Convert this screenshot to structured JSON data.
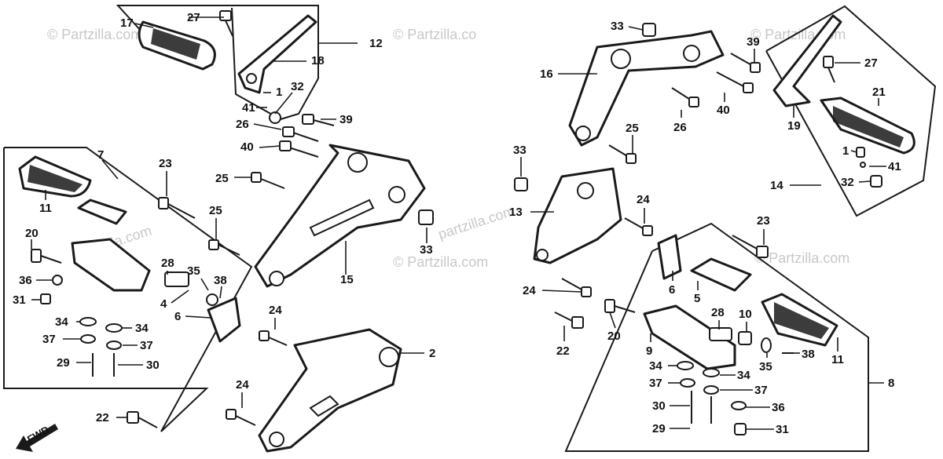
{
  "watermark": "© Partzilla.com",
  "watermark_short": "© Partzilla.co",
  "watermark_mid": "partzilla.com",
  "fwd_label": "FWD",
  "colors": {
    "line": "#1a1a1a",
    "background": "#ffffff",
    "watermark": "#c8c8c8"
  },
  "callouts": {
    "c1a": "1",
    "c2": "2",
    "c4": "4",
    "c5": "5",
    "c6a": "6",
    "c6b": "6",
    "c7": "7",
    "c8": "8",
    "c9": "9",
    "c10": "10",
    "c11a": "11",
    "c11b": "11",
    "c12": "12",
    "c13": "13",
    "c14": "14",
    "c15": "15",
    "c16": "16",
    "c17": "17",
    "c18": "18",
    "c19": "19",
    "c20a": "20",
    "c20b": "20",
    "c21": "21",
    "c22a": "22",
    "c22b": "22",
    "c23a": "23",
    "c23b": "23",
    "c24a": "24",
    "c24b": "24",
    "c24c": "24",
    "c24d": "24",
    "c25a": "25",
    "c25b": "25",
    "c25c": "25",
    "c26a": "26",
    "c26b": "26",
    "c27a": "27",
    "c27b": "27",
    "c28a": "28",
    "c28b": "28",
    "c29a": "29",
    "c29b": "29",
    "c30a": "30",
    "c30b": "30",
    "c31a": "31",
    "c31b": "31",
    "c32a": "32",
    "c32b": "32",
    "c33a": "33",
    "c33b": "33",
    "c33c": "33",
    "c34a": "34",
    "c34b": "34",
    "c34c": "34",
    "c34d": "34",
    "c35a": "35",
    "c35b": "35",
    "c36a": "36",
    "c36b": "36",
    "c37a": "37",
    "c37b": "37",
    "c37c": "37",
    "c37d": "37",
    "c38a": "38",
    "c38b": "38",
    "c39a": "39",
    "c39b": "39",
    "c40a": "40",
    "c40b": "40",
    "c41a": "41",
    "c41b": "41",
    "c1b": "1"
  }
}
